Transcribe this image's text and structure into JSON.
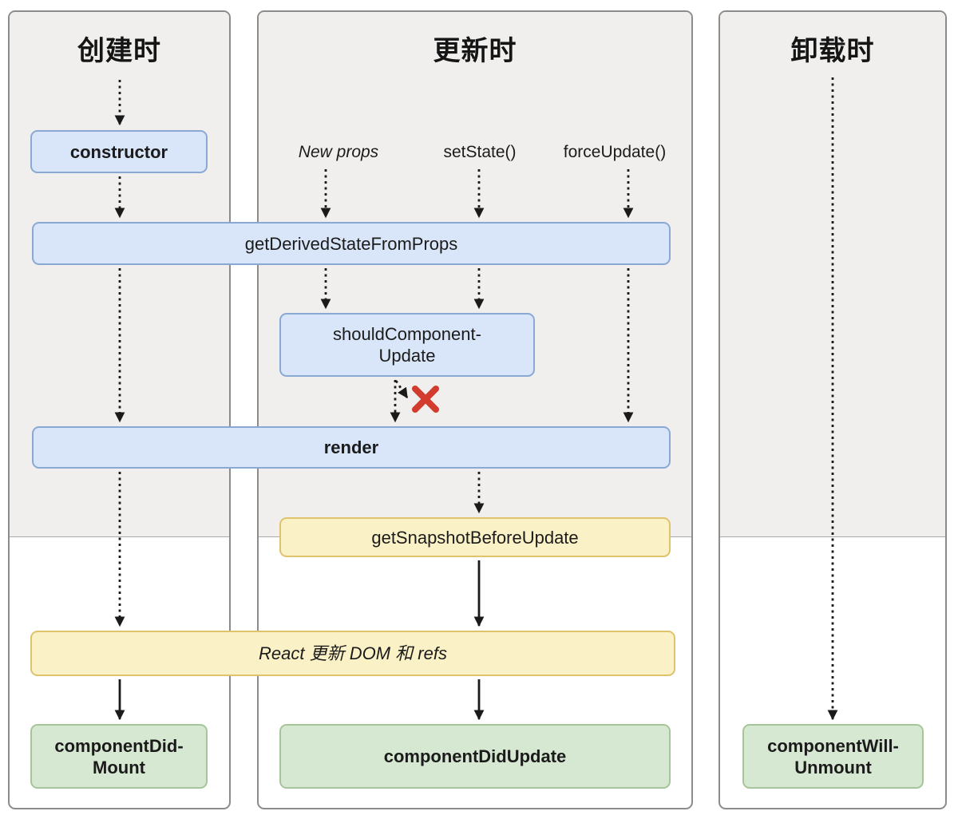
{
  "columns": [
    {
      "title": "创建时"
    },
    {
      "title": "更新时"
    },
    {
      "title": "卸载时"
    }
  ],
  "triggers": {
    "new_props": "New props",
    "set_state": "setState()",
    "force_update": "forceUpdate()"
  },
  "boxes": {
    "constructor": {
      "label": "constructor"
    },
    "get_derived_state_from_props": {
      "label": "getDerivedStateFromProps"
    },
    "should_component_update": {
      "line1": "shouldComponent-",
      "line2": "Update"
    },
    "render": {
      "label": "render"
    },
    "get_snapshot_before_update": {
      "label": "getSnapshotBeforeUpdate"
    },
    "react_update_dom": {
      "label": "React 更新 DOM 和 refs"
    },
    "component_did_mount": {
      "line1": "componentDid-",
      "line2": "Mount"
    },
    "component_did_update": {
      "label": "componentDidUpdate"
    },
    "component_will_unmount": {
      "line1": "componentWill-",
      "line2": "Unmount"
    }
  },
  "icons": {
    "skip_render_x": "red-x"
  },
  "colors": {
    "blue_fill": "#d9e5f8",
    "blue_border": "#8aa8d4",
    "yellow_fill": "#fbf1c7",
    "yellow_border": "#dfc36c",
    "green_fill": "#d7e8d2",
    "green_border": "#a6c59a",
    "panel_fill": "#f0efed",
    "panel_border": "#8c8c8c",
    "divider": "#aaaaaa",
    "arrow": "#1a1a1a",
    "x_red": "#d23b2e"
  }
}
